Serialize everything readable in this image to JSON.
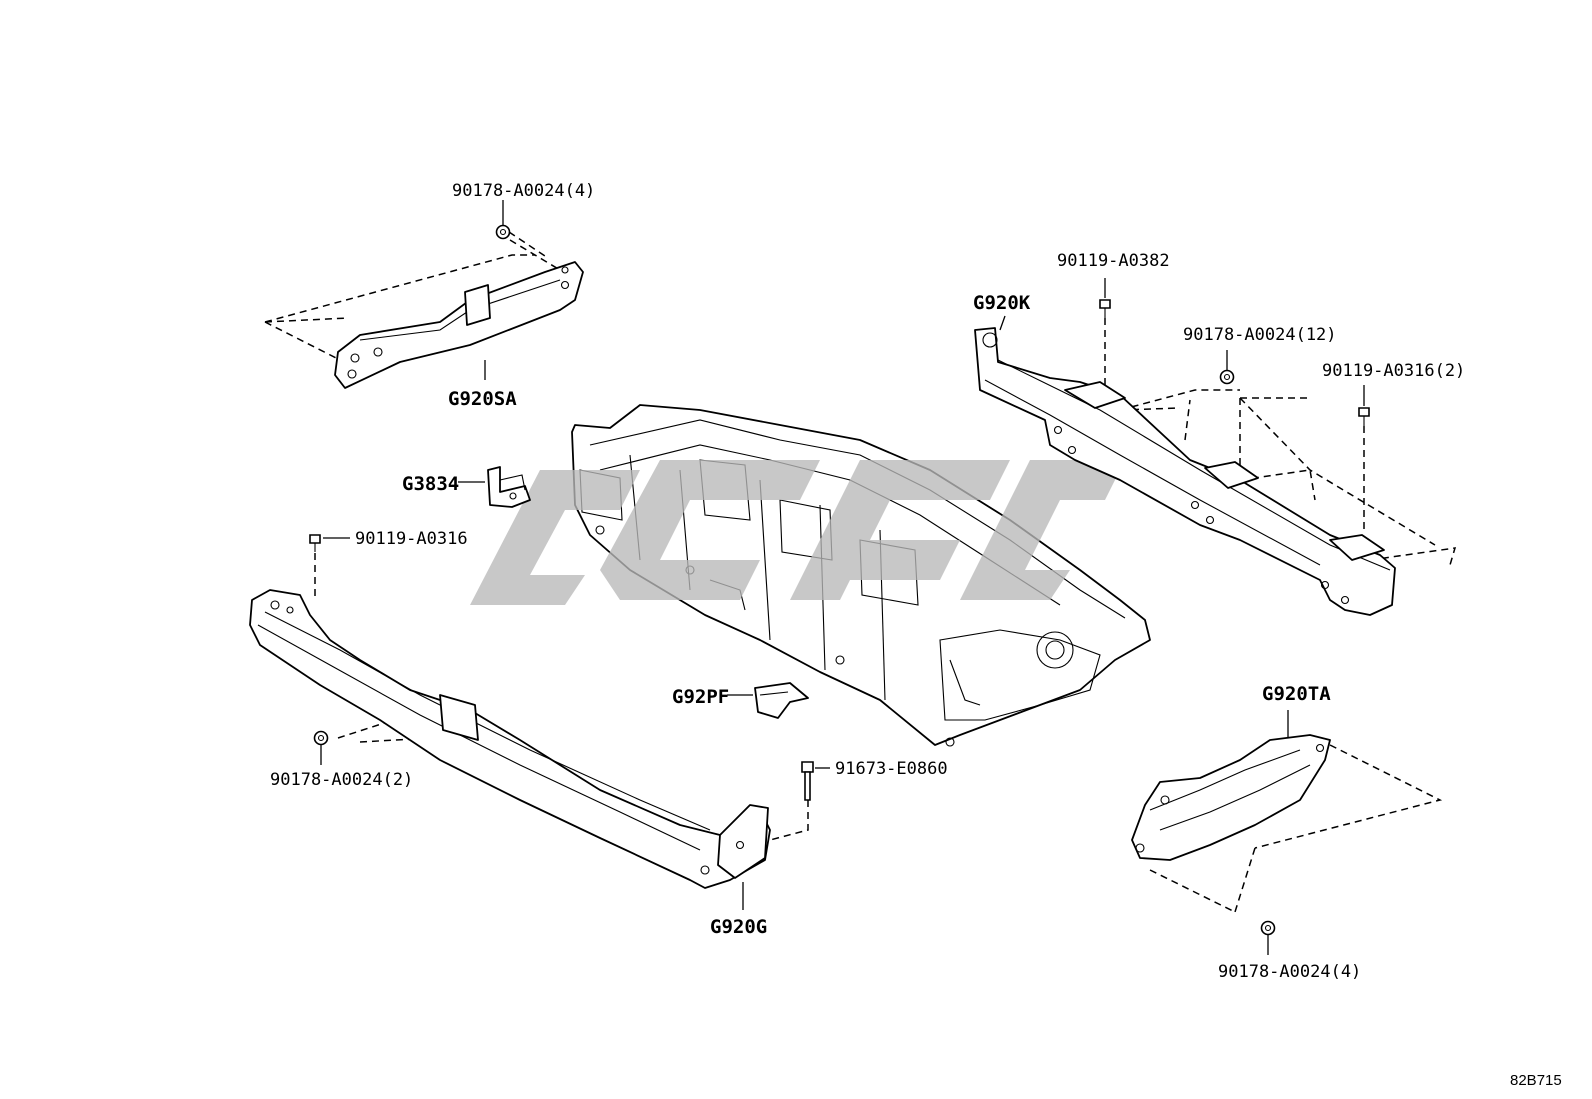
{
  "diagram_ref": "82B715",
  "callouts": {
    "g920sa_nut": "90178-A0024(4)",
    "g920sa": "G920SA",
    "g3834": "G3834",
    "bolt_left": "90119-A0316",
    "g920g_nut": "90178-A0024(2)",
    "g920g": "G920G",
    "g92pf": "G92PF",
    "bolt_91673": "91673-E0860",
    "g920k": "G920K",
    "bolt_a0382": "90119-A0382",
    "g920k_nut": "90178-A0024(12)",
    "bolt_a0316_2": "90119-A0316(2)",
    "g920ta": "G920TA",
    "g920ta_nut": "90178-A0024(4)"
  }
}
